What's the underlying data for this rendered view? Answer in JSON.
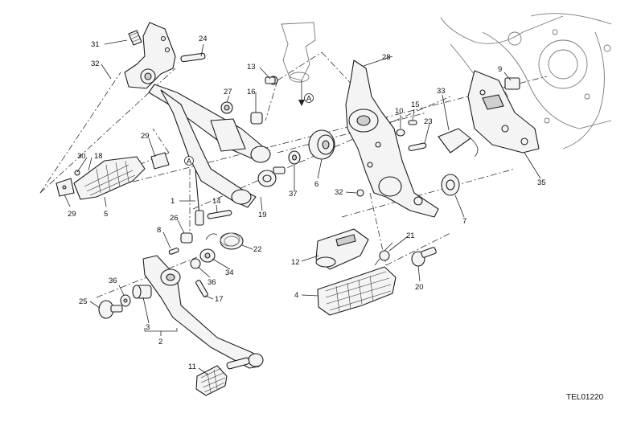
{
  "diagram": {
    "drawing_code": "TEL01220",
    "reference_letter": "A",
    "callouts": [
      "1",
      "2",
      "3",
      "4",
      "5",
      "6",
      "7",
      "8",
      "9",
      "10",
      "11",
      "12",
      "13",
      "14",
      "15",
      "16",
      "17",
      "18",
      "19",
      "20",
      "21",
      "22",
      "23",
      "24",
      "25",
      "26",
      "27",
      "28",
      "29",
      "29",
      "30",
      "31",
      "32",
      "32",
      "33",
      "34",
      "35",
      "36",
      "36",
      "37"
    ]
  }
}
